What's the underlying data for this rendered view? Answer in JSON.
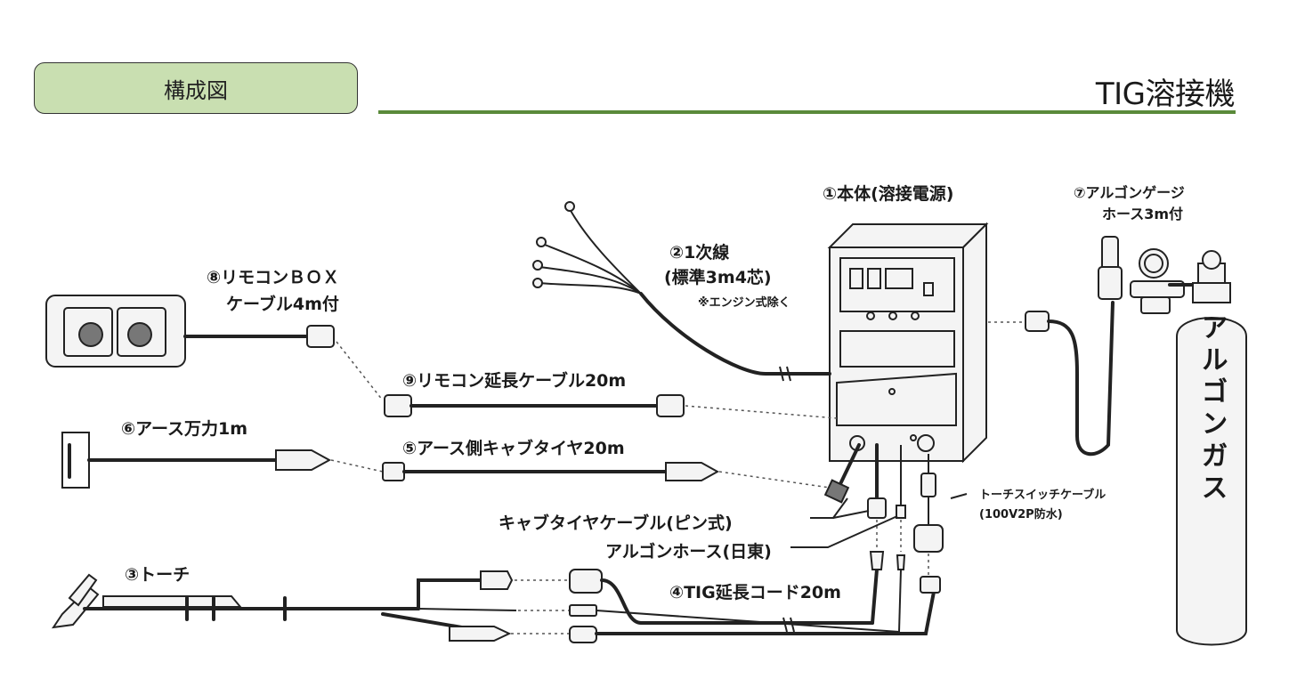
{
  "header": {
    "tag_label": "構成図",
    "title": "TIG溶接機"
  },
  "labels": {
    "body": "①本体(溶接電源)",
    "gauge_line1": "⑦アルゴンゲージ",
    "gauge_line2": "ホース3m付",
    "primary_line1": "②1次線",
    "primary_line2": "(標準3m4芯)",
    "primary_note": "※エンジン式除く",
    "remote_line1": "⑧リモコンＢＯＸ",
    "remote_line2": "ケーブル4m付",
    "remote_ext": "⑨リモコン延長ケーブル20m",
    "earth_clamp": "⑥アース万力1m",
    "earth_cable": "⑤アース側キャブタイヤ20m",
    "torch_switch_line1": "トーチスイッチケーブル",
    "torch_switch_line2": "(100V2P防水)",
    "cabtire": "キャブタイヤケーブル(ピン式)",
    "argon_hose": "アルゴンホース(日東)",
    "torch": "③トーチ",
    "tig_ext": "④TIG延長コード20m",
    "cylinder": "アルゴンガス"
  },
  "colors": {
    "tag_bg": "#c9dfb1",
    "rule": "#5a8a3a",
    "ink": "#1a1a1a"
  }
}
